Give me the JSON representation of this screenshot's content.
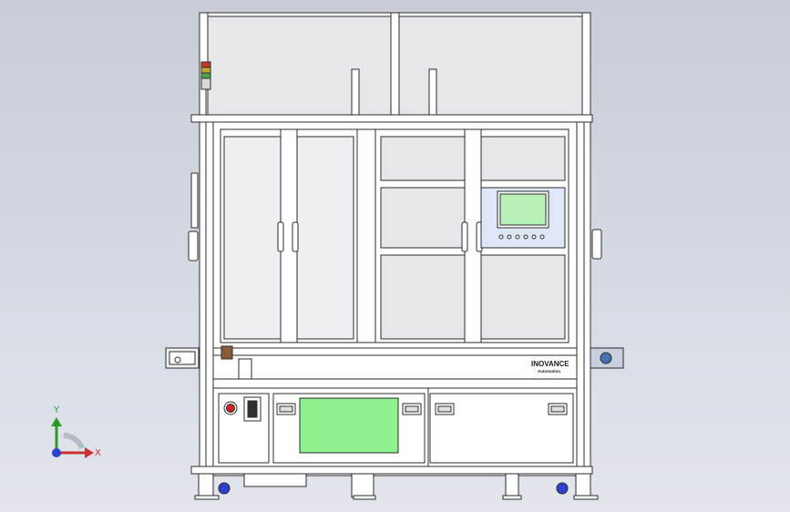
{
  "viewport": {
    "title": ""
  },
  "machine": {
    "brand_name": "INOVANCE",
    "brand_sub": "Automation"
  },
  "hmi": {
    "button_count": 6
  },
  "axes": {
    "y_label": "Y",
    "x_label": "X",
    "colors": {
      "y": "#2a9a2a",
      "x": "#d23030",
      "z": "#2f3fd0"
    }
  },
  "colors": {
    "frame": "#ffffff",
    "line": "#2b2b2b",
    "panel_glass": "#e6e7ea",
    "green_window": "#8ff08f",
    "hmi_screen": "#b9f2b9",
    "tower_red": "#c83a2a",
    "tower_yellow": "#c9a634",
    "tower_green": "#4aa24a"
  }
}
